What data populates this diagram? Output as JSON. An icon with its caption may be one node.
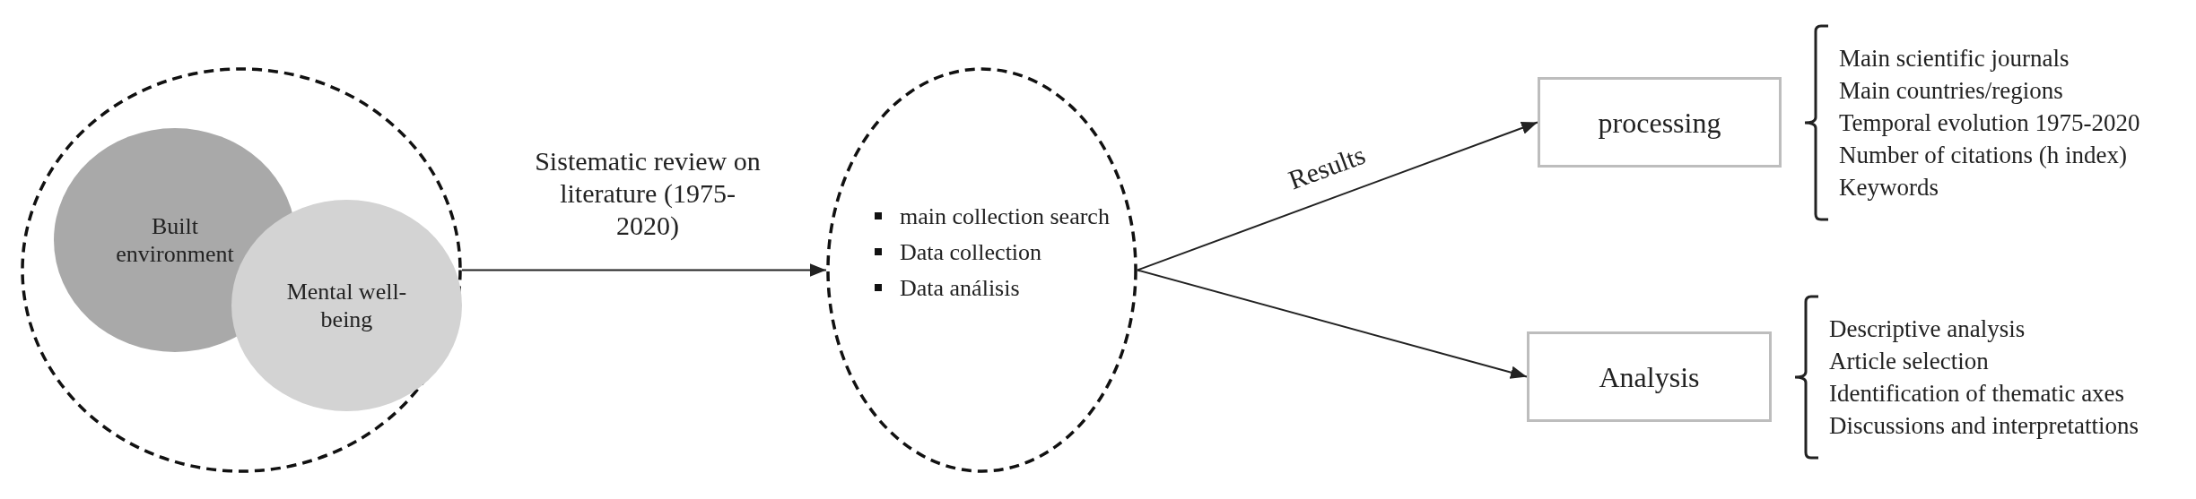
{
  "diagram": {
    "nodes": [
      {
        "text": [],
        "shape": "circle"
      },
      {
        "text": [
          "Built environment"
        ],
        "in": 0
      },
      {
        "text": [
          "Mental well-being"
        ],
        "in": 0
      },
      {
        "text": [
          "main collection search",
          "Data collection",
          "Data análisis"
        ]
      },
      {
        "text": [
          "processing"
        ],
        "beside": [
          "Main scientific journals",
          "Main countries/regions",
          "Temporal evolution 1975-2020",
          "Number of citations (h index)",
          "Keywords"
        ]
      },
      {
        "text": [
          "Analysis"
        ],
        "beside": [
          "Descriptive analysis",
          "Article selection",
          "Identification of thematic axes",
          "Discussions and interpretattions"
        ]
      }
    ],
    "edges": [
      {
        "from": 0,
        "to": 3,
        "arrow": "to",
        "label": "Sistematic review on literature (1975-2020)"
      },
      {
        "from": 3,
        "to": 4,
        "arrow": "to",
        "label": "Results"
      },
      {
        "from": 3,
        "to": 5,
        "arrow": "to"
      }
    ]
  }
}
